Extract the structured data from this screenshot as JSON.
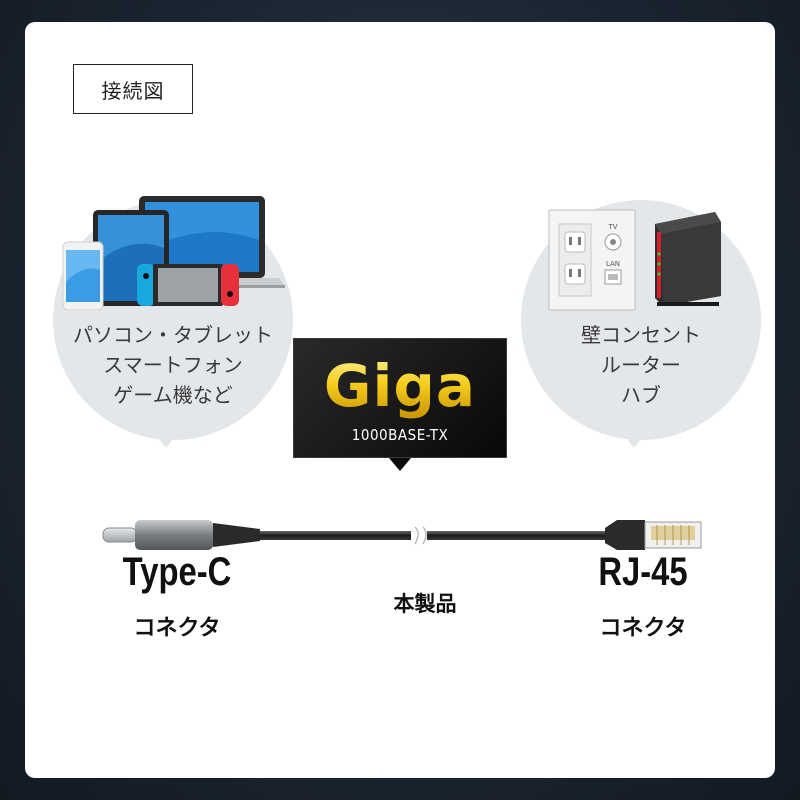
{
  "title": "接続図",
  "left_bubble": {
    "lines": [
      "パソコン・タブレット",
      "スマートフォン",
      "ゲーム機など"
    ]
  },
  "right_bubble": {
    "lines": [
      "壁コンセント",
      "ルーター",
      "ハブ"
    ]
  },
  "badge": {
    "word": "Giga",
    "standard": "1000BASE-TX"
  },
  "outlet_labels": {
    "tv": "TV",
    "lan": "LAN"
  },
  "connectors": {
    "left": {
      "name": "Type-C",
      "sub": "コネクタ"
    },
    "center": {
      "name": "本製品"
    },
    "right": {
      "name": "RJ-45",
      "sub": "コネクタ"
    }
  },
  "colors": {
    "background": "#1a2430",
    "card": "#ffffff",
    "bubble": "#e4e7ea",
    "badge_gold": "#f6cf1e",
    "badge_bg": "#0c0c0c"
  }
}
